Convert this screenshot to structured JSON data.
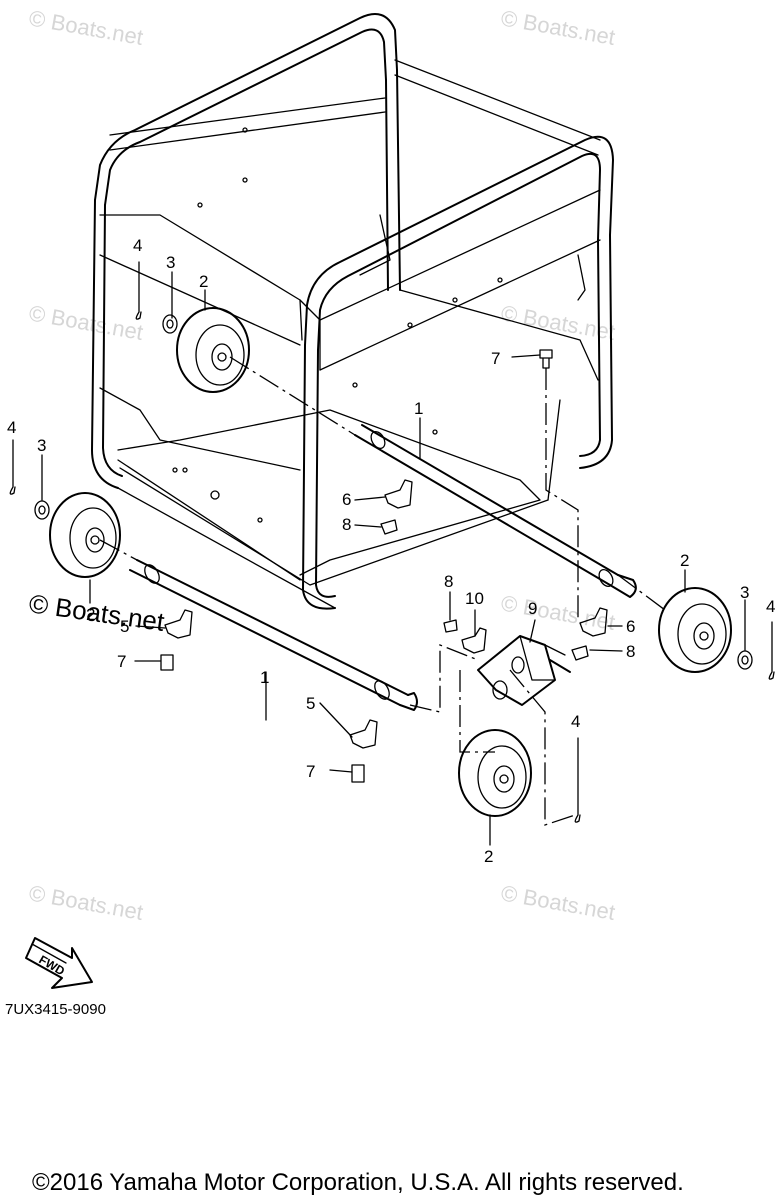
{
  "watermark": "© Boats.net",
  "callouts": {
    "shaft": "1",
    "wheel": "2",
    "washer": "3",
    "pin": "4",
    "clamp_a": "5",
    "clamp_b": "6",
    "bolt": "7",
    "nut": "8",
    "bracket": "9",
    "bracket_clamp": "10"
  },
  "direction_badge": "FWD",
  "diagram_code": "7UX3415-9090",
  "copyright": "©2016 Yamaha Motor Corporation, U.S.A. All rights reserved."
}
